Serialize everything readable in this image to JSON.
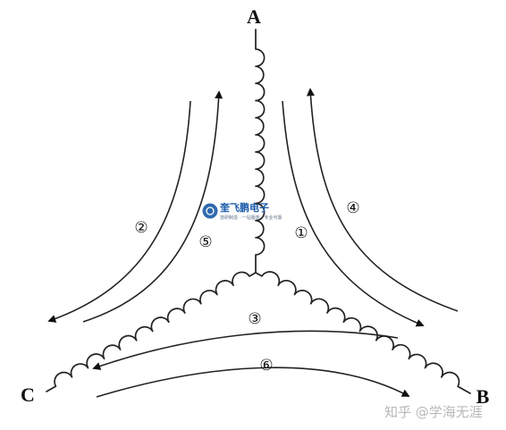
{
  "nodes": {
    "a": "A",
    "b": "B",
    "c": "C"
  },
  "flows": [
    "①",
    "②",
    "③",
    "④",
    "⑤",
    "⑥"
  ],
  "watermark": {
    "logo_text": "奎飞鹏电子",
    "subtitle": "技研制造 · 一站服务 · 专业可靠",
    "corner_text": "知乎 @学海无涯"
  }
}
